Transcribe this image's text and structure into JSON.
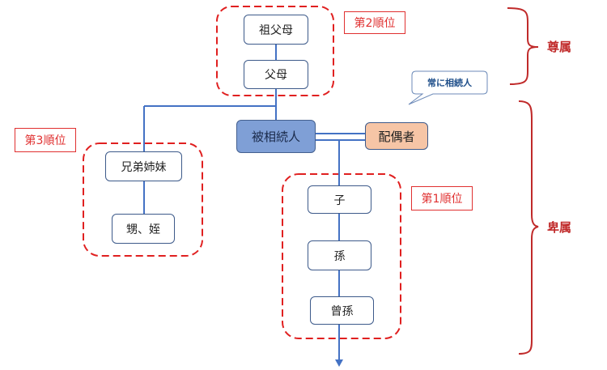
{
  "nodes": {
    "grandparents": "祖父母",
    "parents": "父母",
    "deceased": "被相続人",
    "spouse": "配偶者",
    "siblings": "兄弟姉妹",
    "nephews_nieces": "甥、姪",
    "child": "子",
    "grandchild": "孫",
    "great_grandchild": "曾孫"
  },
  "ranks": {
    "first": "第1順位",
    "second": "第2順位",
    "third": "第3順位"
  },
  "callout": "常に相続人",
  "sides": {
    "ascendants": "尊属",
    "descendants": "卑属"
  },
  "colors": {
    "deceased_fill": "#7f9fd6",
    "spouse_fill": "#f6c5a6",
    "connector": "#4472c4",
    "group_dash": "#e02020",
    "bracket": "#c02a2a"
  }
}
